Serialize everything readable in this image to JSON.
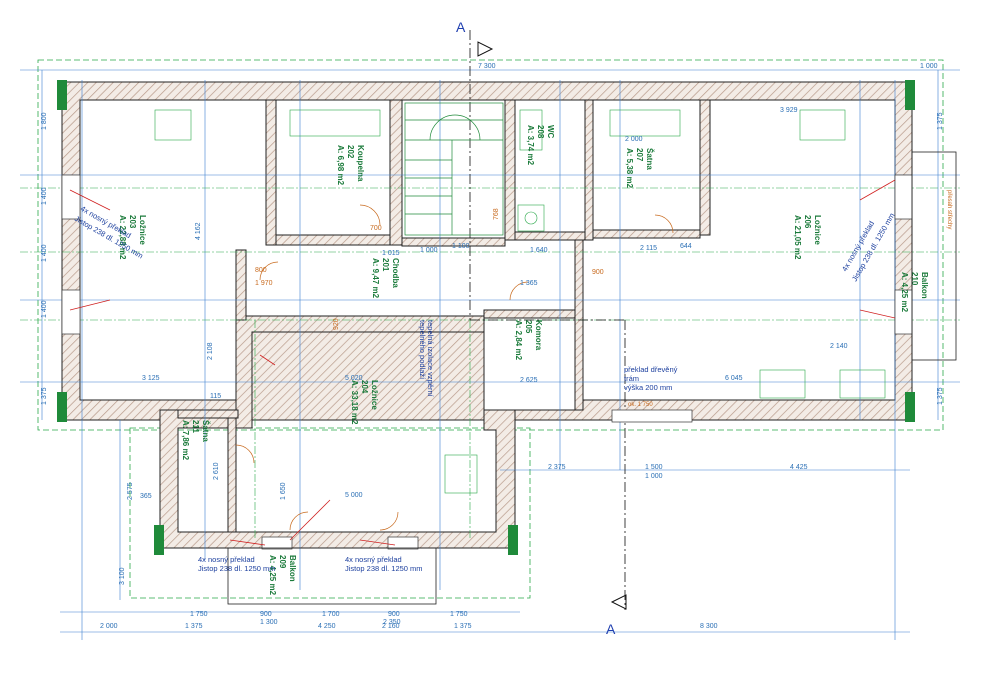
{
  "section_marks": {
    "top": "A",
    "bottom": "A"
  },
  "rooms": [
    {
      "id": "r203",
      "name": "Ložnice",
      "number": "203",
      "area": "A: 22,88 m2"
    },
    {
      "id": "r202",
      "name": "Koupelna",
      "number": "202",
      "area": "A: 6,98 m2"
    },
    {
      "id": "r208",
      "name": "WC",
      "number": "208",
      "area": "A: 3,74 m2"
    },
    {
      "id": "r207",
      "name": "Šatna",
      "number": "207",
      "area": "A: 5,38 m2"
    },
    {
      "id": "r206",
      "name": "Ložnice",
      "number": "206",
      "area": "A: 21,05 m2"
    },
    {
      "id": "r210",
      "name": "Balkon",
      "number": "210",
      "area": "A: 4,25 m2"
    },
    {
      "id": "r201",
      "name": "Chodba",
      "number": "201",
      "area": "A: 9,47 m2"
    },
    {
      "id": "r205",
      "name": "Komora",
      "number": "205",
      "area": "A: 2,84 m2"
    },
    {
      "id": "r204",
      "name": "Ložnice",
      "number": "204",
      "area": "A: 33,18 m2"
    },
    {
      "id": "r211",
      "name": "Šatna",
      "number": "211",
      "area": "A: 7,86 m2"
    },
    {
      "id": "r209",
      "name": "Balkon",
      "number": "209",
      "area": "A: 4,25 m2"
    }
  ],
  "notes": {
    "lintel_left_1": "4x nosný překlad",
    "lintel_left_2": "Jistop 238 dl. 1250 mm",
    "lintel_right_1": "4x nosný překlad",
    "lintel_right_2": "Jistop 238 dl. 1250 mm",
    "lintel_bottom_left_1": "4x nosný překlad",
    "lintel_bottom_left_2": "Jistop 238 dl. 1250 mm",
    "lintel_bottom_right_1": "4x nosný překlad",
    "lintel_bottom_right_2": "Jistop 238 dl. 1250 mm",
    "beam_1": "překlad dřevěný",
    "beam_2": "trám",
    "beam_3": "výška 200 mm",
    "insulation_1": "tepelná izolace vzpěrní",
    "insulation_2": "tepelného podlaží",
    "right_label": "přesah střechy",
    "window_label": "ok. 1 750"
  },
  "dims_top": [
    "7 300",
    "1 000"
  ],
  "dims_bottom": [
    "2 000",
    "1 375",
    "4 250",
    "2 160",
    "1 375",
    "8 300"
  ],
  "dims_bottom2": [
    "1 750",
    "900",
    "1 700",
    "900",
    "1 750"
  ],
  "dims_bottom3": [
    "1 300",
    "2 350"
  ],
  "dims_mid": [
    "2 375",
    "1 500",
    "1 000",
    "4 425"
  ],
  "dims_left": [
    "1 800",
    "1 400",
    "1 400",
    "1 400",
    "2 575",
    "3 100",
    "1 375"
  ],
  "dims_right": [
    "1 375",
    "1 375"
  ],
  "dims_internal": [
    "4 162",
    "2 108",
    "2 610",
    "3 125",
    "5 020",
    "6 045",
    "3 929",
    "2 000",
    "2 115",
    "1 015",
    "1 000",
    "1 640",
    "1 970",
    "800",
    "700",
    "2 140",
    "1 650",
    "5 000",
    "1 365",
    "2 625",
    "365",
    "115",
    "768",
    "920",
    "1 100",
    "644",
    "900"
  ]
}
